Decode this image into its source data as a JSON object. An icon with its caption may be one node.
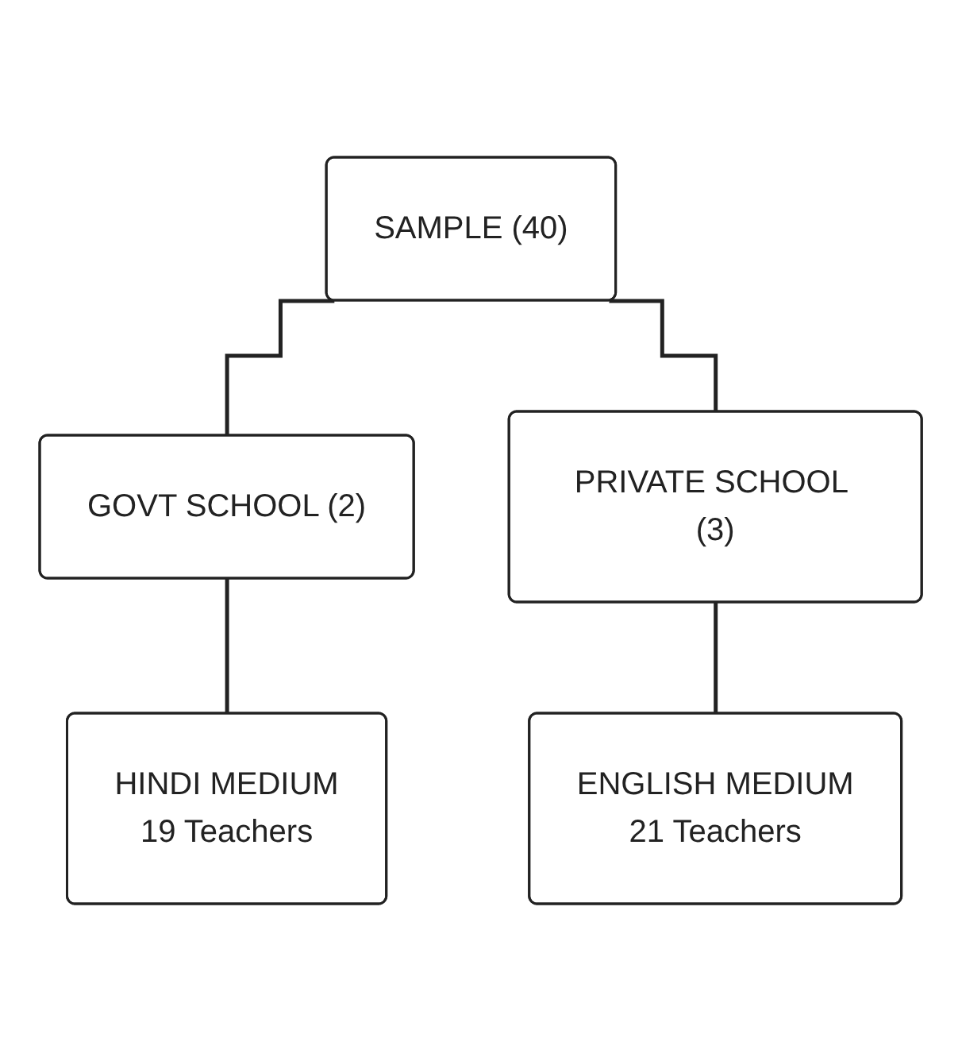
{
  "diagram": {
    "nodes": [
      {
        "text": [
          "SAMPLE (40)"
        ]
      },
      {
        "text": [
          "GOVT SCHOOL (2)"
        ]
      },
      {
        "text": [
          "PRIVATE SCHOOL (3)"
        ]
      },
      {
        "text": [
          "HINDI MEDIUM",
          "19 Teachers"
        ]
      },
      {
        "text": [
          "ENGLISH MEDIUM",
          "21 Teachers"
        ]
      }
    ],
    "edges": [
      {
        "from": 0,
        "to": 1,
        "arrow": "none"
      },
      {
        "from": 0,
        "to": 2,
        "arrow": "none"
      },
      {
        "from": 1,
        "to": 3,
        "arrow": "none"
      },
      {
        "from": 2,
        "to": 4,
        "arrow": "none"
      }
    ]
  }
}
